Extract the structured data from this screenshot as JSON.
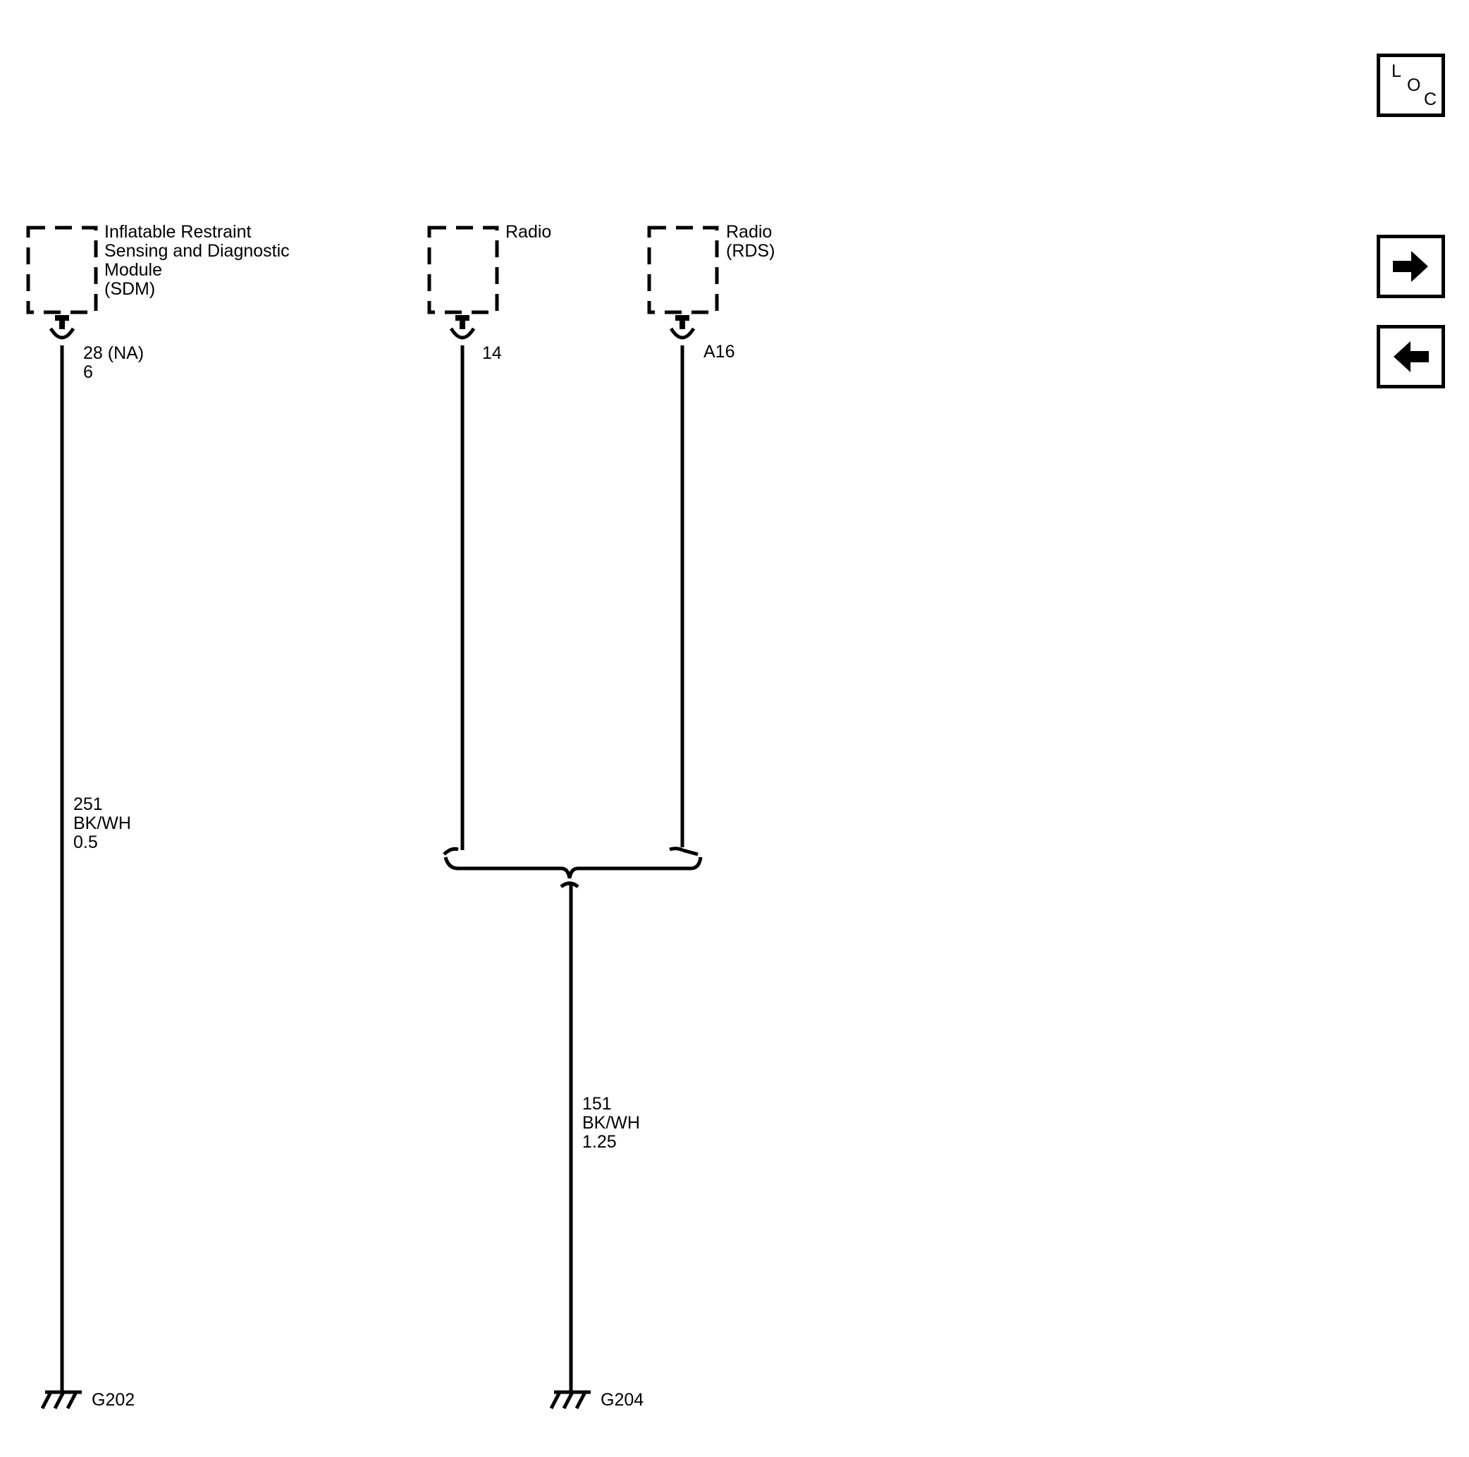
{
  "components": [
    {
      "id": "sdm",
      "name_lines": [
        "Inflatable Restraint",
        "Sensing and Diagnostic",
        "Module",
        "(SDM)"
      ],
      "pin_lines": [
        "28 (NA)",
        "6"
      ]
    },
    {
      "id": "radio",
      "name_lines": [
        "Radio"
      ],
      "pin_lines": [
        "14"
      ]
    },
    {
      "id": "radio-rds",
      "name_lines": [
        "Radio",
        "(RDS)"
      ],
      "pin_lines": [
        "A16"
      ]
    }
  ],
  "wires": [
    {
      "id": "wire-251",
      "circuit": "251",
      "color": "BK/WH",
      "gauge": "0.5"
    },
    {
      "id": "wire-151",
      "circuit": "151",
      "color": "BK/WH",
      "gauge": "1.25"
    }
  ],
  "grounds": [
    {
      "id": "g202",
      "label": "G202"
    },
    {
      "id": "g204",
      "label": "G204"
    }
  ],
  "nav": {
    "loc_letters": [
      "L",
      "O",
      "C"
    ],
    "next_icon": "arrow-right-icon",
    "prev_icon": "arrow-left-icon"
  }
}
